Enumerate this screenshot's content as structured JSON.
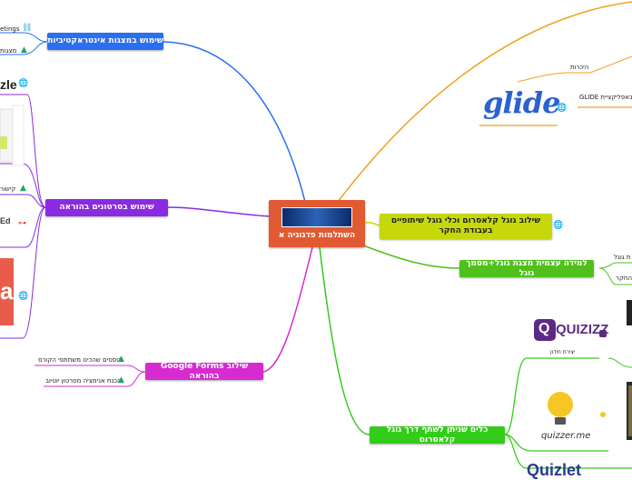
{
  "central": {
    "title": "השתלמות פדגוגיה א",
    "color": "#e25a32"
  },
  "branches": {
    "interactive": {
      "label": "שימוש במצגות אינטראקטיביות",
      "color": "#2b6ff0"
    },
    "videos": {
      "label": "שימוש בסרטונים בהוראה",
      "color": "#8a2be2"
    },
    "forms": {
      "label": "שילוב Google Forms בהוראה",
      "color": "#d62bd0"
    },
    "classroom": {
      "label": "שילוב גוגל קלאסרום וכלי גוגל שיתופיים בעבודת החקר",
      "color": "#c6d80a"
    },
    "selfstudy": {
      "label": "למידה עצמית מצגת גוגל+מסמך גוגל",
      "color": "#4fc11a"
    },
    "tools": {
      "label": "כלים שניתן לשתף דרך גוגל קלאסרום",
      "color": "#33cc1a"
    }
  },
  "leaves": {
    "meetings": "etings",
    "presentations": "מצגות",
    "puzzle_word": "zle",
    "kishur": "קישור",
    "ed_text": "Ed",
    "forms_a": "טפסים שהכינו משתתפי הקורס",
    "forms_b": "הכנת אנימציה מסרטון יוטיוב",
    "hikarut": "היכרות",
    "glide_app": "באפליקציית GLIDE",
    "glide_logo": "glide",
    "google_right": "ת גוגל",
    "heker": "החקר",
    "quizizz_logo": "QUIZIZZ",
    "quizizz_caption": "יצירת חידון",
    "quizizz_q": "Q",
    "quizzer": "quizzer.me",
    "quizlet": "Quizlet",
    "big_a": "a"
  },
  "icons": {
    "globe": "globe-icon",
    "drive": "drive-icon",
    "lightbulb": "lightbulb-icon",
    "link": "link-icon"
  }
}
